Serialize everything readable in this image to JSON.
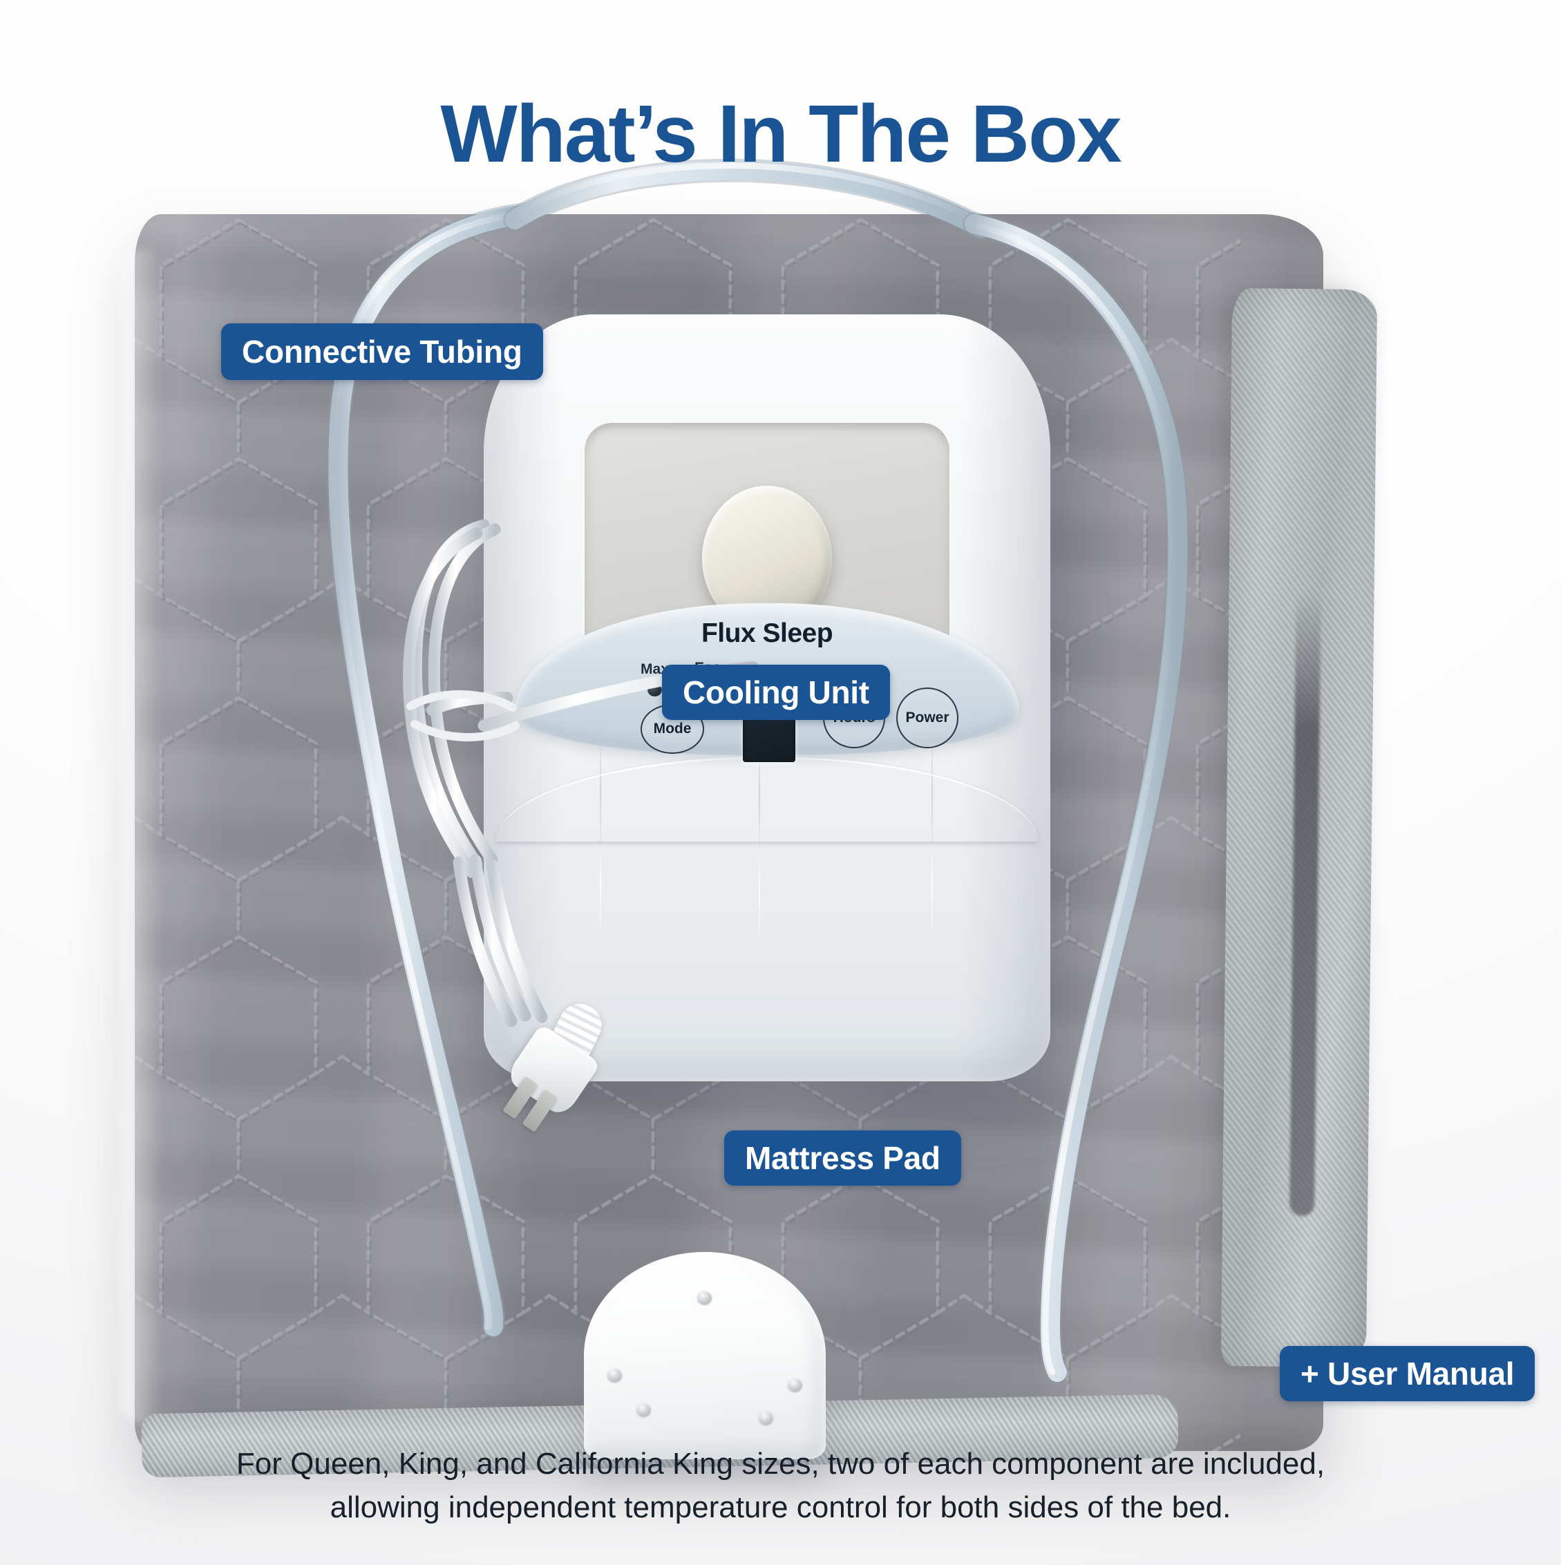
{
  "title": "What’s In The Box",
  "theme": {
    "accent_blue": "#1a5494",
    "badge_text": "#ffffff",
    "pad_grey": "#8f8f97",
    "tube_grey": "#c4d2dc",
    "caption_color": "#16202b",
    "background": "#fbfbfc"
  },
  "badges": [
    {
      "id": "connective-tubing",
      "label": "Connective Tubing"
    },
    {
      "id": "cooling-unit",
      "label": "Cooling Unit"
    },
    {
      "id": "mattress-pad",
      "label": "Mattress Pad"
    },
    {
      "id": "user-manual",
      "label": "+ User Manual"
    }
  ],
  "device": {
    "brand": "Flux Sleep",
    "indicators": [
      {
        "id": "max",
        "label": "Max"
      },
      {
        "id": "eco",
        "label": "Eco"
      }
    ],
    "buttons": [
      {
        "id": "mode",
        "label": "Mode"
      },
      {
        "id": "hours",
        "label": "Hours"
      },
      {
        "id": "power",
        "label": "Power"
      }
    ],
    "display_value": ""
  },
  "caption": {
    "line1": "For Queen, King, and California King sizes, two of each component are included,",
    "line2": "allowing independent temperature control for both sides of the bed."
  }
}
